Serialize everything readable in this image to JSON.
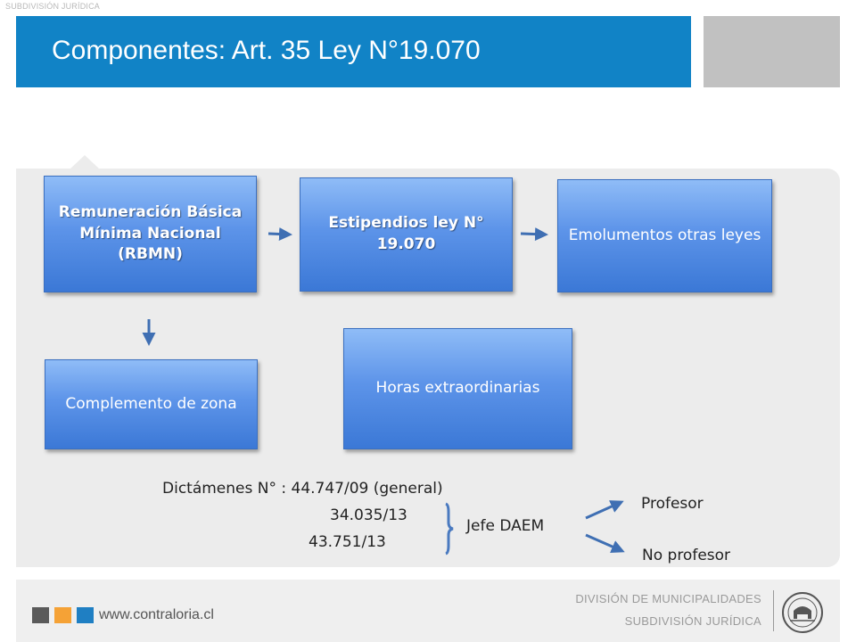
{
  "header": {
    "top_label": "SUBDIVISIÓN JURÍDICA",
    "title": "Componentes: Art. 35 Ley N°19.070"
  },
  "diagram": {
    "boxes": {
      "rbmn": "Remuneración Básica Mínima Nacional (RBMN)",
      "estipendios": "Estipendios ley N° 19.070",
      "emolumentos": "Emolumentos otras leyes",
      "complemento": "Complemento de zona",
      "horas": "Horas extraordinarias"
    },
    "dictamenes": {
      "line1": "Dictámenes N° : 44.747/09 (general)",
      "line2": "34.035/13",
      "line3": "43.751/13"
    },
    "jefe": "Jefe DAEM",
    "profesor": "Profesor",
    "no_profesor": "No profesor",
    "colors": {
      "title_bar": "#1183c6",
      "box_top": "#8fbcf7",
      "box_bottom": "#3b78d6",
      "arrow": "#3f6fb3",
      "panel": "#ececec"
    }
  },
  "footer": {
    "url": "www.contraloria.cl",
    "division": "DIVISIÓN DE MUNICIPALIDADES",
    "subdivision": "SUBDIVISIÓN JURÍDICA",
    "squares": [
      "#5a5a5a",
      "#f5a236",
      "#1f7fc3"
    ]
  }
}
